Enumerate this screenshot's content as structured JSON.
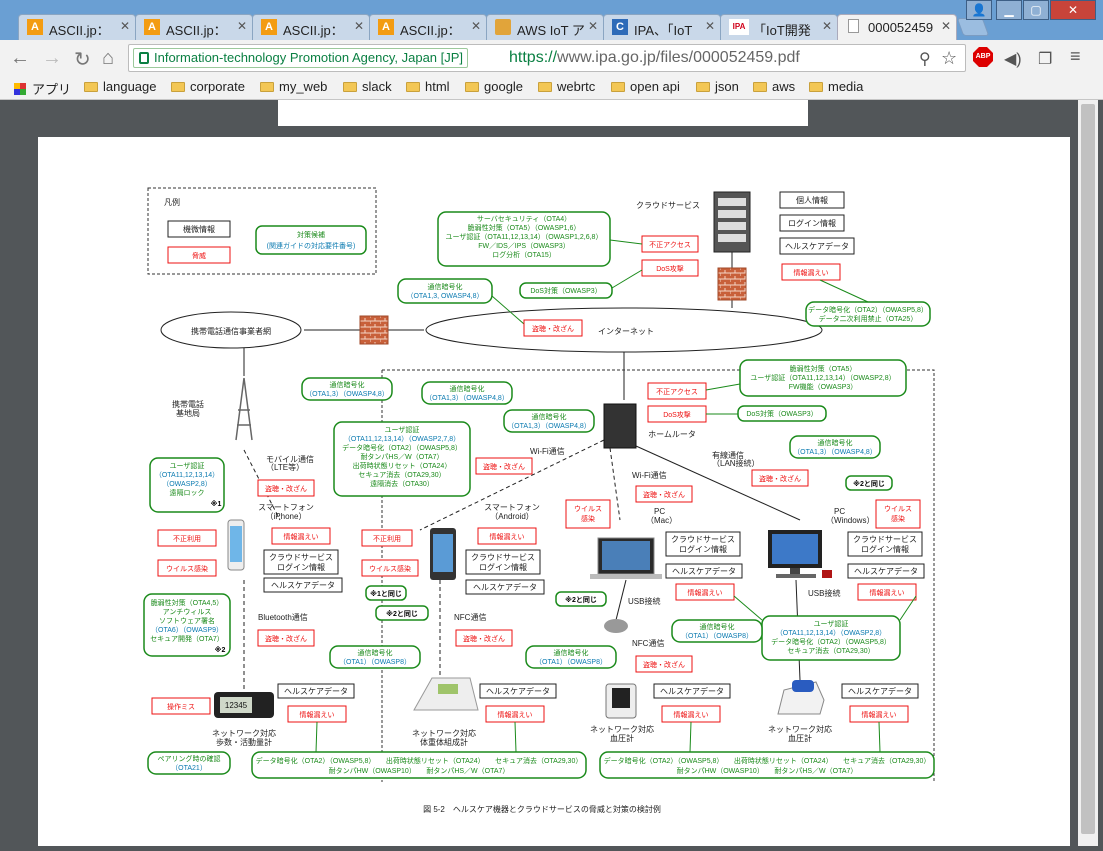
{
  "tabs": [
    {
      "title": "ASCII.jp：",
      "icon": "A"
    },
    {
      "title": "ASCII.jp：",
      "icon": "A"
    },
    {
      "title": "ASCII.jp：",
      "icon": "A"
    },
    {
      "title": "ASCII.jp：",
      "icon": "A"
    },
    {
      "title": "AWS IoT ア",
      "icon": "box-icon"
    },
    {
      "title": "IPA、「IoT",
      "icon": "C"
    },
    {
      "title": "「IoT開発",
      "icon": "IPA"
    },
    {
      "title": "000052459",
      "icon": "doc-icon"
    }
  ],
  "toolbar": {
    "ev_label": "Information-technology Promotion Agency, Japan [JP]",
    "url_scheme": "https://",
    "url_rest": "www.ipa.go.jp/files/000052459.pdf",
    "abp": "ABP"
  },
  "bookmarks": [
    "アプリ",
    "language",
    "corporate",
    "my_web",
    "slack",
    "html",
    "google",
    "webrtc",
    "open api",
    "json",
    "aws",
    "media"
  ],
  "diagram": {
    "legend": {
      "title": "凡例",
      "info": "機微情報",
      "threat": "脅威",
      "countermeasure": "対策候補",
      "countermeasure_sub": "(関連ガイドの対応要件番号)"
    },
    "carrier_net": "携帯電話通信事業者網",
    "internet": "インターネット",
    "cloud_service": "クラウドサービス",
    "cloud_info": [
      "個人情報",
      "ログイン情報",
      "ヘルスケアデータ"
    ],
    "info_leak": "情報漏えい",
    "unauth_access": "不正アクセス",
    "dos": "DoS攻撃",
    "tamper": "盗聴・改ざん",
    "virus": "ウイルス感染",
    "misuse": "不正利用",
    "op_error": "操作ミス",
    "cloud_server_measures": {
      "l1": "サーバセキュリティ（OTA4）",
      "l2": "脆弱性対策（OTA5）（OWASP1,6）",
      "l3": "ユーザ認証（OTA11,12,13,14）（OWASP1,2,6,8）",
      "l4": "FW／IDS／IPS（OWASP3）",
      "l5": "ログ分析（OTA15）"
    },
    "dos_measure": "DoS対策（OWASP3）",
    "enc_a": "通信暗号化",
    "enc_a_ref": "（OTA1,3, OWASP4,8）",
    "data_enc_cloud": {
      "l1": "データ暗号化（OTA2）（OWASP5,8）",
      "l2": "データ二次利用禁止（OTA25）"
    },
    "router_measures": {
      "l1": "脆弱性対策（OTA5）",
      "l2": "ユーザ認証（OTA11,12,13,14）（OWASP2,8）",
      "l3": "FW機能（OWASP3）"
    },
    "enc_ref": "（OTA1,3）（OWASP4,8）",
    "enc_ref_b": "（OTA1）（OWASP8）",
    "tower": "携帯電話\n基地局",
    "mobile_comm": "モバイル通信",
    "mobile_comm_sub": "（LTE等）",
    "wifi": "Wi-Fi通信",
    "wired": "有線通信",
    "wired_sub": "（LAN接続）",
    "home_router": "ホームルータ",
    "user_auth_phone": {
      "t": "ユーザ認証",
      "l1": "（OTA11,12,13,14）（OWASP2,7,8）",
      "l2": "データ暗号化（OTA2）（OWASP5,8）",
      "l3": "耐タンパHS／W（OTA7）",
      "l4": "出荷時状態リセット（OTA24）",
      "l5": "セキュア消去（OTA29,30）",
      "l6": "遠隔消去（OTA30）"
    },
    "iphone_auth": {
      "t": "ユーザ認証",
      "l1": "（OTA11,12,13,14）",
      "l2": "（OWASP2,8）",
      "l3": "遠隔ロック"
    },
    "mark1": "※1",
    "mark2": "※2",
    "same1": "※1と同じ",
    "same2": "※2と同じ",
    "phone_av": {
      "l1": "脆弱性対策（OTA4,5）",
      "l2": "アンチウィルス",
      "l3": "ソフトウェア署名",
      "l4": "（OTA6）（OWASP9）",
      "l5": "セキュア開発（OTA7）"
    },
    "smartphone_iphone": "スマートフォン",
    "iphone_sub": "（iPhone）",
    "smartphone_android": "スマートフォン",
    "android_sub": "（Android）",
    "cloud_login": "クラウドサービス",
    "cloud_login2": "ログイン情報",
    "healthcare": "ヘルスケアデータ",
    "bluetooth": "Bluetooth通信",
    "nfc": "NFC通信",
    "usb": "USB接続",
    "pc_mac": "PC",
    "pc_mac_sub": "（Mac）",
    "pc_win": "PC",
    "pc_win_sub": "（Windows）",
    "pc_measure": {
      "t": "ユーザ認証",
      "l1": "（OTA11,12,13,14）（OWASP2,8）",
      "l2": "データ暗号化（OTA2）（OWASP5,8）",
      "l3": "セキュア消去（OTA29,30）"
    },
    "pairing": "ペアリング時の確認",
    "pairing_ref": "（OTA21）",
    "dev1": "ネットワーク対応",
    "dev1b": "歩数・活動量計",
    "dev2": "ネットワーク対応",
    "dev2b": "体重体組成計",
    "dev3": "ネットワーク対応",
    "dev3b": "血圧計",
    "dev4": "ネットワーク対応",
    "dev4b": "血圧計",
    "bottom_left": {
      "l1": "データ暗号化（OTA2）（OWASP5,8）　　出荷時状態リセット（OTA24）　　セキュア消去（OTA29,30）",
      "l2": "耐タンパHW（OWASP10）　　耐タンパHS／W（OTA7）"
    },
    "bottom_right": {
      "l1": "データ暗号化（OTA2）（OWASP5,8）　　出荷時状態リセット（OTA24）　　セキュア消去（OTA29,30）",
      "l2": "耐タンパHW（OWASP10）　　耐タンパHS／W（OTA7）"
    },
    "figure_caption": "図 5-2　ヘルスケア機器とクラウドサービスの脅威と対策の検討例",
    "device_display": "12345"
  }
}
